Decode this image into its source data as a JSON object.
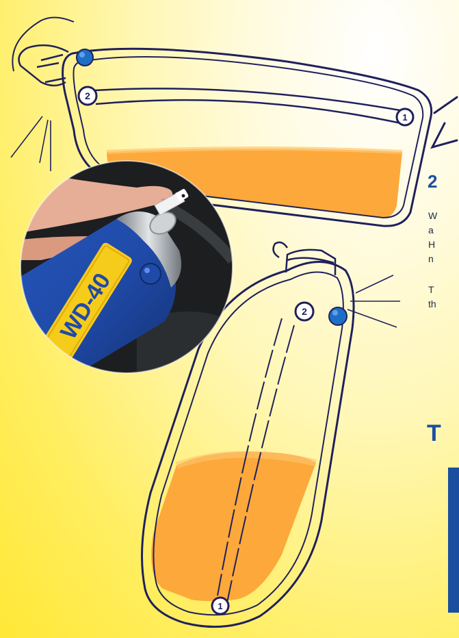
{
  "step": {
    "heading": "2",
    "paragraph_1": "W\na\nH\nn",
    "paragraph_2": "T\nth"
  },
  "section_heading": "T",
  "product": {
    "can_brand": "WD-40"
  },
  "markers": {
    "top_bottle_marker_a": "2",
    "top_bottle_marker_b": "1",
    "bottom_bottle_marker_a": "2",
    "bottom_bottle_marker_b": "1"
  },
  "colors": {
    "accent_blue": "#1a4f9f",
    "liquid_orange": "#fda83a",
    "outline_navy": "#20205c",
    "can_blue": "#1f4aa8",
    "can_yellow": "#f6cc1a"
  }
}
